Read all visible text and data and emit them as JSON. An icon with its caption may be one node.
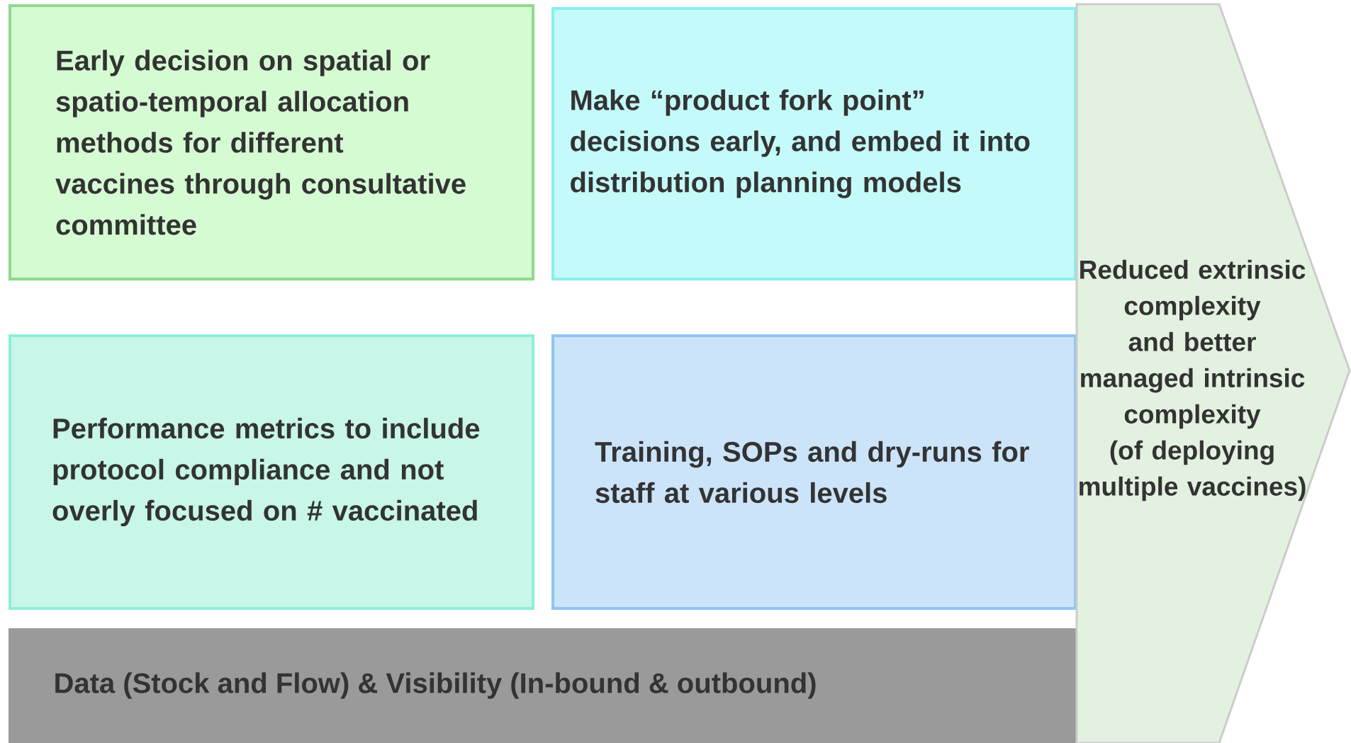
{
  "diagram": {
    "nodes": [
      {
        "text": [
          "Early decision on spatial or spatio-temporal allocation methods for different vaccines through consultative committee"
        ]
      },
      {
        "text": [
          "Make “product fork point” decisions early, and embed it into distribution planning models"
        ]
      },
      {
        "text": [
          "Performance metrics to include protocol compliance and not overly focused on # vaccinated"
        ]
      },
      {
        "text": [
          "Training, SOPs and dry-runs for staff at various levels"
        ]
      },
      {
        "text": [
          "Data (Stock and Flow)  & Visibility (In-bound & outbound)"
        ]
      },
      {
        "text": [
          "Reduced extrinsic complexity and better managed intrinsic complexity (of deploying multiple vaccines)"
        ]
      }
    ]
  }
}
